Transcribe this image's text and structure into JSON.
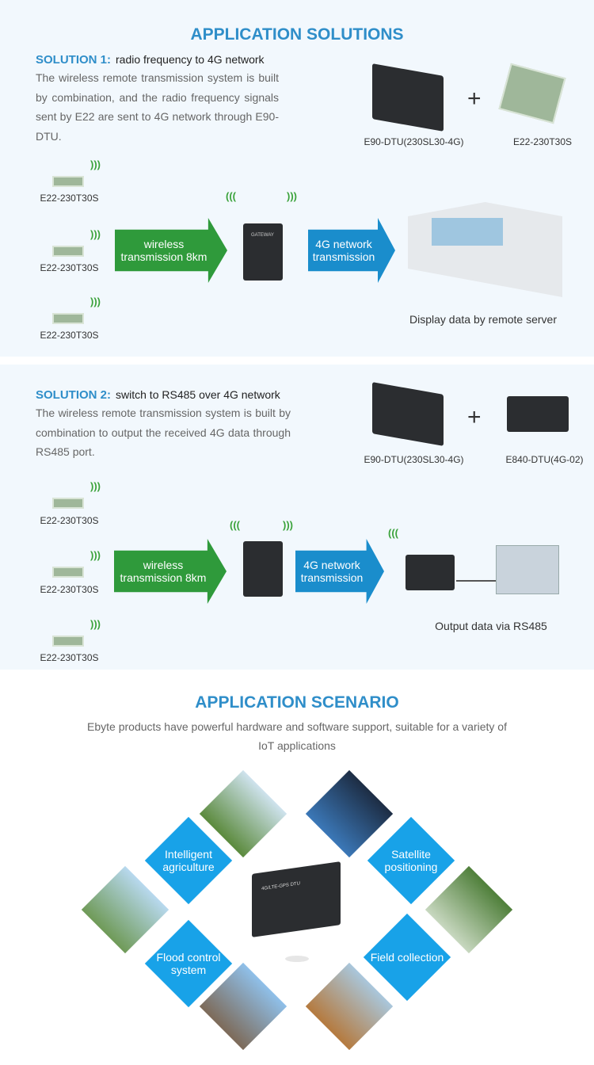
{
  "solutions": {
    "title": "APPLICATION SOLUTIONS",
    "s1": {
      "tag": "SOLUTION 1:",
      "subtitle": "radio frequency to 4G network",
      "desc": "The wireless remote transmission system is built by combination, and the radio frequency signals sent by E22 are sent to 4G network through E90-DTU.",
      "product1": "E90-DTU(230SL30-4G)",
      "product2": "E22-230T30S",
      "plus": "+",
      "nodes": [
        "E22-230T30S",
        "E22-230T30S",
        "E22-230T30S"
      ],
      "arrow1": "wireless transmission 8km",
      "arrow2": "4G network transmission",
      "gateway_label": "GATEWAY",
      "result": "Display data by remote server"
    },
    "s2": {
      "tag": "SOLUTION 2:",
      "subtitle": "switch to RS485 over 4G network",
      "desc": "The wireless remote transmission system is built by combination to output the received 4G data through RS485 port.",
      "product1": "E90-DTU(230SL30-4G)",
      "product2": "E840-DTU(4G-02)",
      "plus": "+",
      "nodes": [
        "E22-230T30S",
        "E22-230T30S",
        "E22-230T30S"
      ],
      "arrow1": "wireless transmission 8km",
      "arrow2": "4G network transmission",
      "result": "Output data via RS485"
    }
  },
  "scenario": {
    "title": "APPLICATION SCENARIO",
    "desc": "Ebyte products have powerful hardware and software support, suitable for a variety of IoT applications",
    "items": [
      "Intelligent agriculture",
      "Satellite positioning",
      "Flood control system",
      "Field collection"
    ],
    "device_label": "4G/LTE-GPS DTU"
  },
  "colors": {
    "accent": "#2f8ec9",
    "green_arrow": "#2f9a3b",
    "blue_arrow": "#1a8dcc",
    "diamond": "#18a2e8"
  }
}
